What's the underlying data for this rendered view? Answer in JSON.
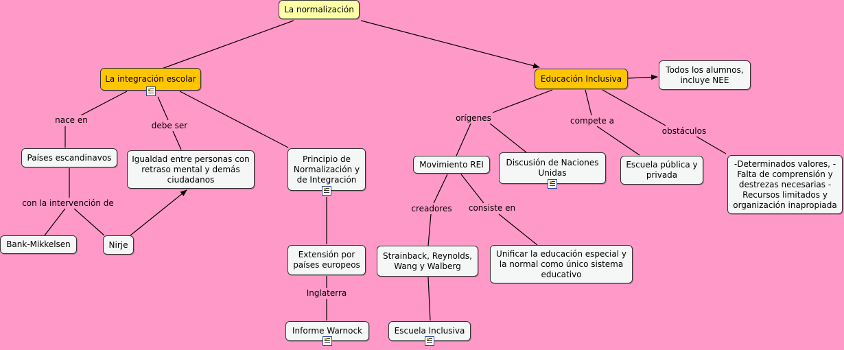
{
  "nodes": {
    "root": "La normalización",
    "integracion": "La integración escolar",
    "inclusiva": "Educación Inclusiva",
    "todos": "Todos los alumnos, incluye NEE",
    "paises": "Países escandinavos",
    "igualdad": "Igualdad entre personas con retraso mental y demás ciudadanos",
    "principio": "Principio de Normalización y de Integración",
    "bank": "Bank-Mikkelsen",
    "nirje": "Nirje",
    "extension": "Extensión por países europeos",
    "warnock": "Informe Warnock",
    "rei": "Movimiento REI",
    "naciones": "Discusión de Naciones Unidas",
    "escuela_publica": "Escuela pública y privada",
    "obstaculos_list": "-Determinados valores, -Falta de comprensión y destrezas necesarias -Recursos limitados y organización inapropiada",
    "strainback": "Strainback, Reynolds, Wang y Walberg",
    "unificar": "Unificar la educación especial y la normal como único sistema educativo",
    "escuela_inclusiva": "Escuela Inclusiva"
  },
  "links": {
    "nace_en": "nace en",
    "debe_ser": "debe ser",
    "con_intervencion": "con la intervención de",
    "inglaterra": "Inglaterra",
    "origenes": "orígenes",
    "compete_a": "compete a",
    "obstaculos": "obstáculos",
    "creadores": "creadores",
    "consiste_en": "consiste en"
  },
  "icons": {
    "resource": "document-icon"
  },
  "colors": {
    "background": "#ff99c7",
    "root": "#ffffa8",
    "category": "#ffc500",
    "node": "#f4f7f6"
  }
}
